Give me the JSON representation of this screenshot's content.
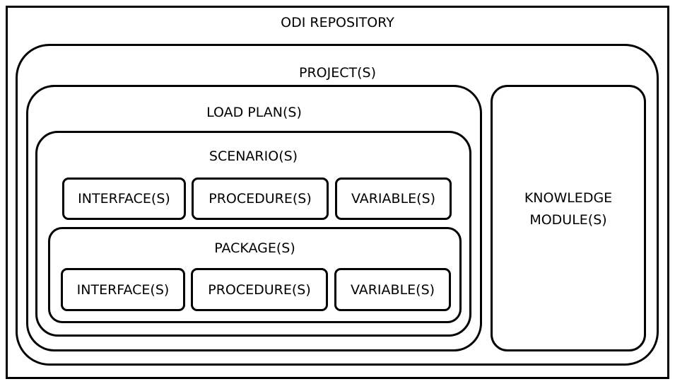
{
  "repository": {
    "title": "ODI REPOSITORY"
  },
  "project": {
    "title": "PROJECT(S)"
  },
  "load_plan": {
    "title": "LOAD PLAN(S)"
  },
  "scenario": {
    "title": "SCENARIO(S)",
    "items": [
      "INTERFACE(S)",
      "PROCEDURE(S)",
      "VARIABLE(S)"
    ]
  },
  "package": {
    "title": "PACKAGE(S)",
    "items": [
      "INTERFACE(S)",
      "PROCEDURE(S)",
      "VARIABLE(S)"
    ]
  },
  "knowledge_module": {
    "line1": "KNOWLEDGE",
    "line2": "MODULE(S)"
  }
}
